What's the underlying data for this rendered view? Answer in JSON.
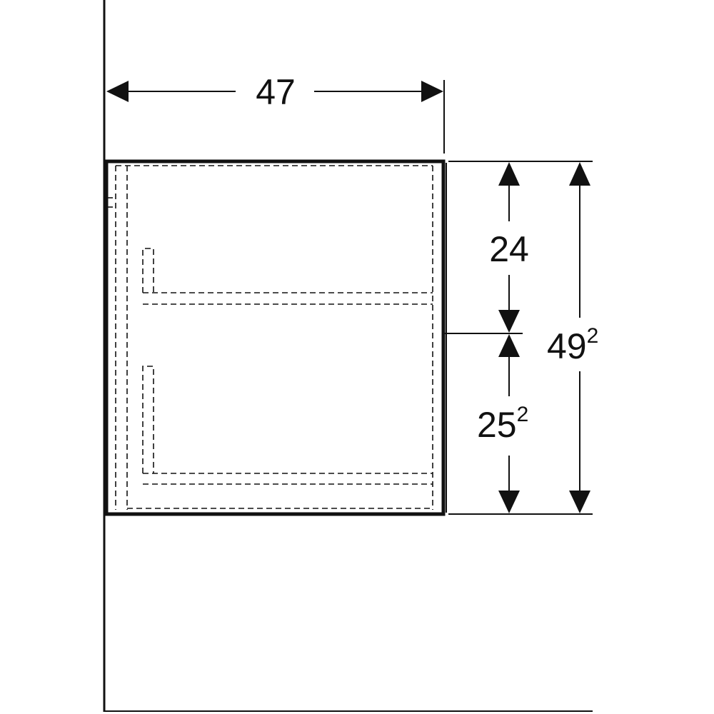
{
  "dimensions": {
    "width": "47",
    "upper_height": {
      "base": "24",
      "sup": ""
    },
    "lower_height": {
      "base": "25",
      "sup": "2"
    },
    "total_height": {
      "base": "49",
      "sup": "2"
    }
  },
  "colors": {
    "line": "#111111",
    "background": "#ffffff"
  }
}
